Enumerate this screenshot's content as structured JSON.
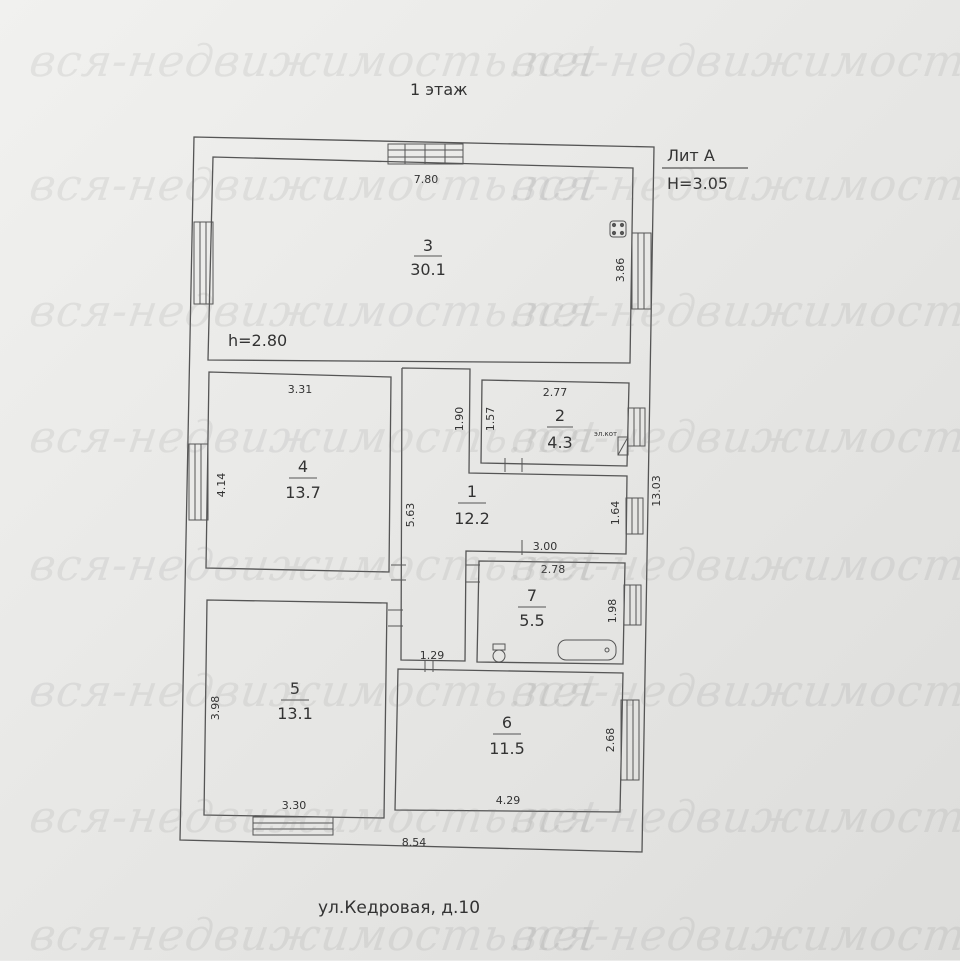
{
  "floor_title": "1 этаж",
  "lit_label": "Лит А",
  "building_height": "H=3.05",
  "address": "ул.Кедровая, д.10",
  "watermark": "вся-недвижимость.net",
  "ceiling_height": "h=2.80",
  "boiler_label": "эл.кот",
  "rooms": [
    {
      "number": "1",
      "area": "12.2"
    },
    {
      "number": "2",
      "area": "4.3"
    },
    {
      "number": "3",
      "area": "30.1"
    },
    {
      "number": "4",
      "area": "13.7"
    },
    {
      "number": "5",
      "area": "13.1"
    },
    {
      "number": "6",
      "area": "11.5"
    },
    {
      "number": "7",
      "area": "5.5"
    }
  ],
  "dimensions": {
    "top_width": "7.80",
    "room3_height": "3.86",
    "room4_width": "3.31",
    "room4_height": "4.14",
    "room2_width": "2.77",
    "room2_height": "1.57",
    "corridor_upper": "1.90",
    "corridor_height": "5.63",
    "room1_right": "1.64",
    "total_depth": "13.03",
    "room1_width": "3.00",
    "room7_width": "2.78",
    "room7_height": "1.98",
    "corridor_width": "1.29",
    "room5_height": "3.98",
    "room5_width": "3.30",
    "room6_height": "2.68",
    "room6_width": "4.29",
    "bottom_width": "8.54"
  }
}
